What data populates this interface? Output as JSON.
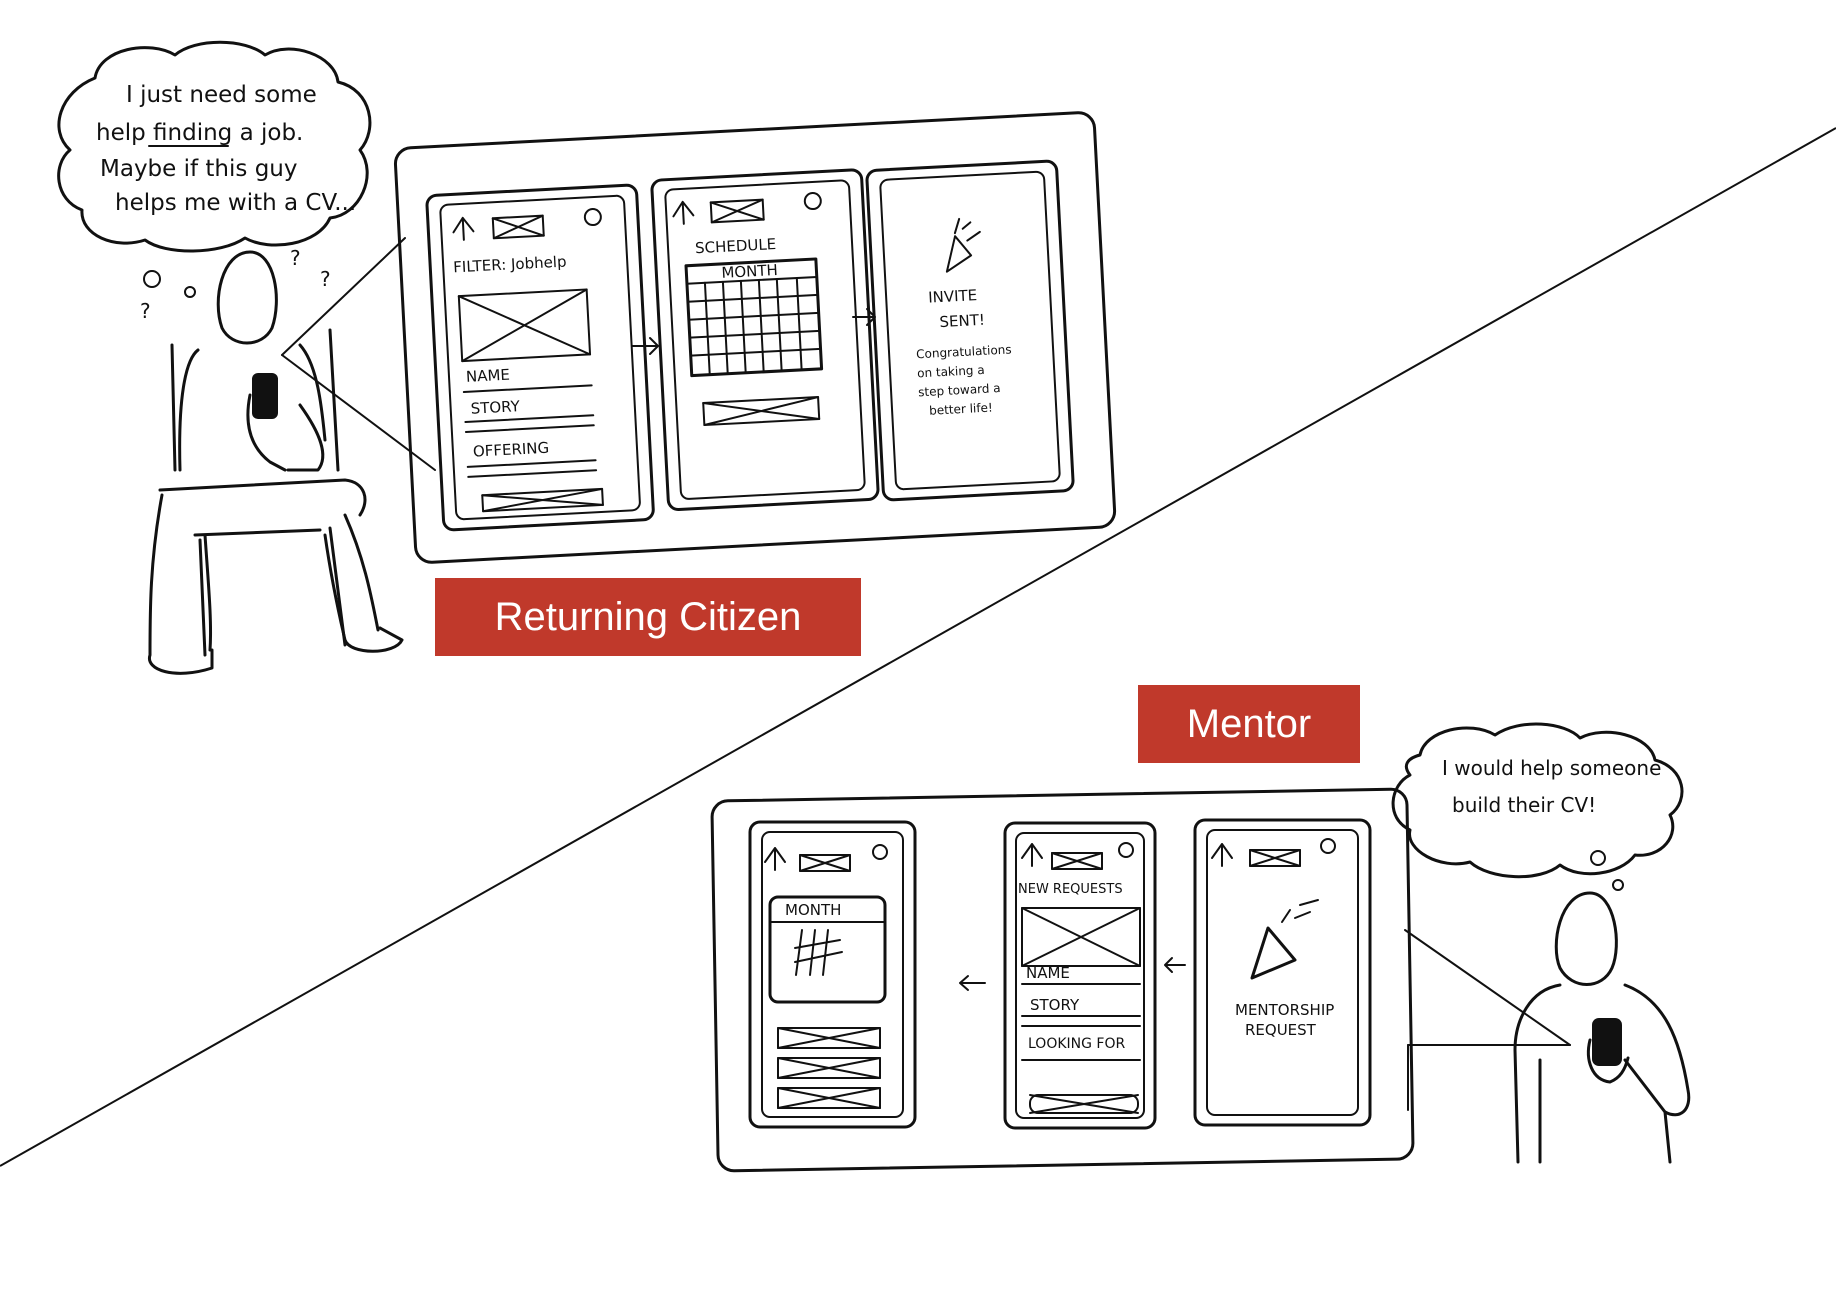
{
  "roles": {
    "returning_citizen": "Returning Citizen",
    "mentor": "Mentor"
  },
  "returning_citizen": {
    "thought_lines": [
      "I just need some",
      "help finding a job.",
      "Maybe if this guy",
      "helps me with a CV..."
    ],
    "thought_marks": [
      "?",
      "?",
      "?"
    ],
    "screen1": {
      "filter": "FILTER: Jobhelp",
      "name": "NAME",
      "story": "STORY",
      "offering": "OFFERING"
    },
    "screen2": {
      "title": "SCHEDULE",
      "month": "MONTH"
    },
    "screen3": {
      "headline": [
        "INVITE",
        "SENT!"
      ],
      "message": [
        "Congratulations",
        "on taking a",
        "step toward a",
        "better life!"
      ]
    }
  },
  "mentor": {
    "thought_lines": [
      "I would help someone",
      "build their CV!"
    ],
    "screen1": {
      "title": "MENTORSHIP",
      "subtitle": "REQUEST"
    },
    "screen2": {
      "title": "NEW REQUESTS",
      "name": "NAME",
      "story": "STORY",
      "looking_for": "LOOKING FOR"
    },
    "screen3": {
      "month": "MONTH"
    }
  },
  "icons": [
    "up-arrow-icon",
    "close-icon",
    "party-popper-icon",
    "phone-icon",
    "arrow-right-icon",
    "arrow-left-icon"
  ]
}
